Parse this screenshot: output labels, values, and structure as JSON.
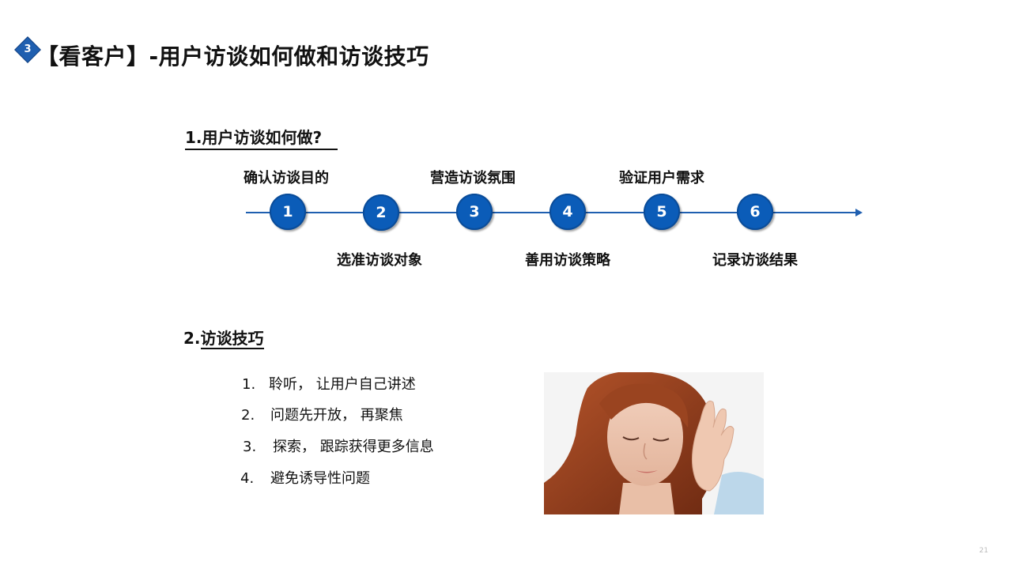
{
  "title": {
    "badge_number": "3",
    "text": "【看客户】-用户访谈如何做和访谈技巧"
  },
  "section1": {
    "heading": "1.用户访谈如何做?"
  },
  "steps": [
    {
      "number": "1",
      "label": "确认访谈目的"
    },
    {
      "number": "2",
      "label": "选准访谈对象"
    },
    {
      "number": "3",
      "label": "营造访谈氛围"
    },
    {
      "number": "4",
      "label": "善用访谈策略"
    },
    {
      "number": "5",
      "label": "验证用户需求"
    },
    {
      "number": "6",
      "label": "记录访谈结果"
    }
  ],
  "section2": {
    "prefix": "2.",
    "heading": "访谈技巧"
  },
  "tips": [
    {
      "number": "1.",
      "text": "聆听， 让用户自己讲述"
    },
    {
      "number": "2.",
      "text": "问题先开放， 再聚焦"
    },
    {
      "number": "3.",
      "text": "探索， 跟踪获得更多信息"
    },
    {
      "number": "4.",
      "text": "避免诱导性问题"
    }
  ],
  "page_number": "21",
  "colors": {
    "accent": "#0b5cb8",
    "badge": "#1f5fb0"
  }
}
